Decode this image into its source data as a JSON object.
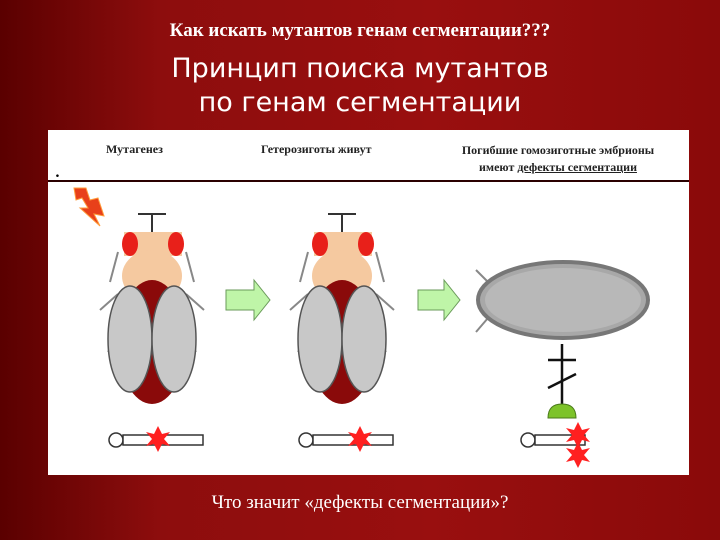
{
  "slide": {
    "top_title": "Как искать мутантов генам сегментации???",
    "main_title_line1": "Принцип поиска мутантов",
    "main_title_line2": "по генам сегментации",
    "bullet": ".",
    "col_mutagenesis": "Мутагенез",
    "col_heterozygotes": "Гетерозиготы живут",
    "col_homozygotes_line1": "Погибшие гомозиготные эмбрионы",
    "col_homozygotes_prefix": "имеют ",
    "col_homozygotes_underlined": "дефекты сегментации",
    "question": "Что значит «дефекты сегментации»?"
  },
  "colors": {
    "background": "#8d0d0d",
    "fly_head": "#f5c9a0",
    "fly_eye": "#e8201a",
    "fly_abdomen": "#8a0a0a",
    "fly_wing": "#c8c8c8",
    "arrow": "#bff5a8",
    "embryo": "#b0b0b0",
    "mutation_star": "#ff2020",
    "lightning": "#e8401a",
    "grave_stone": "#7dc32a"
  },
  "icons": [
    "lightning-icon",
    "fly-icon",
    "arrow-right-icon",
    "embryo-icon",
    "grave-cross-icon",
    "chromosome-icon",
    "mutation-star-icon"
  ]
}
